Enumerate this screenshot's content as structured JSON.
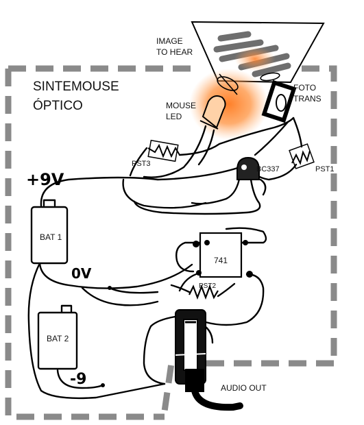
{
  "title_line1": "SINTEMOUSE",
  "title_line2": "ÓPTICO",
  "labels": {
    "image_line1": "IMAGE",
    "image_line2": "TO HEAR",
    "mouse_line1": "MOUSE",
    "mouse_line2": "LED",
    "foto_line1": "FOTO",
    "foto_line2": "TRANS",
    "pst3": "PST3",
    "bc337": "BC337",
    "pst1": "PST1",
    "plus9v": "+9V",
    "bat1": "BAT 1",
    "opamp": "741",
    "zero_v": "0V",
    "pst2": "PST2",
    "bat2": "BAT 2",
    "minus9": "-9",
    "audio_out": "AUDIO OUT"
  },
  "colors": {
    "ink": "#000000",
    "frame": "#8a8a8a",
    "glow": "#ff7a1f",
    "image_stripes": "#6e6e6e"
  }
}
